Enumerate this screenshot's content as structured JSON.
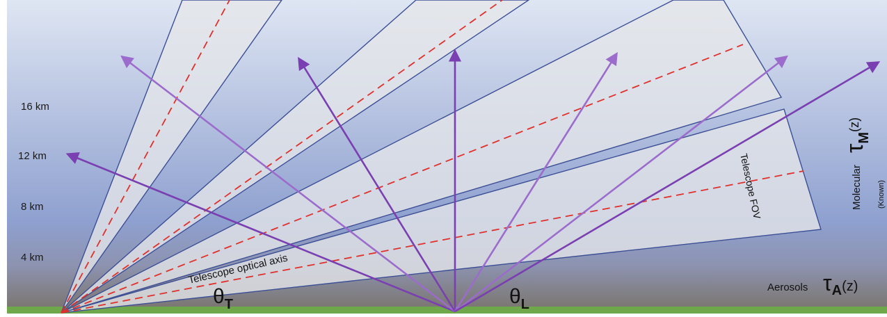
{
  "altitude_labels": [
    "16 km",
    "12 km",
    "8 km",
    "4 km"
  ],
  "angle_labels": {
    "telescope": {
      "symbol": "θ",
      "sub": "T"
    },
    "laser": {
      "symbol": "θ",
      "sub": "L"
    }
  },
  "telescope_optical_axis_label": "Telescope optical axis",
  "telescope_fov_label": "Telescope FOV",
  "molecular": {
    "label": "Molecular",
    "tau": "τ",
    "sub": "M",
    "arg": "(z)",
    "note": "(Known)"
  },
  "aerosols": {
    "label": "Aerosols",
    "tau": "τ",
    "sub": "A",
    "arg": "(z)"
  },
  "colors": {
    "sky_top": "#dfe6f3",
    "sky_bottom": "#8ea0cf",
    "aerosol_band": "#7b7670",
    "ground": "#6fa84a",
    "fov_fill": "#e6e7e9",
    "fov_edge": "#3c4f95",
    "optical_axis": "#e0302c",
    "laser_beam": "#7a3fb0",
    "laser_beam_light": "#9b6ccc"
  }
}
